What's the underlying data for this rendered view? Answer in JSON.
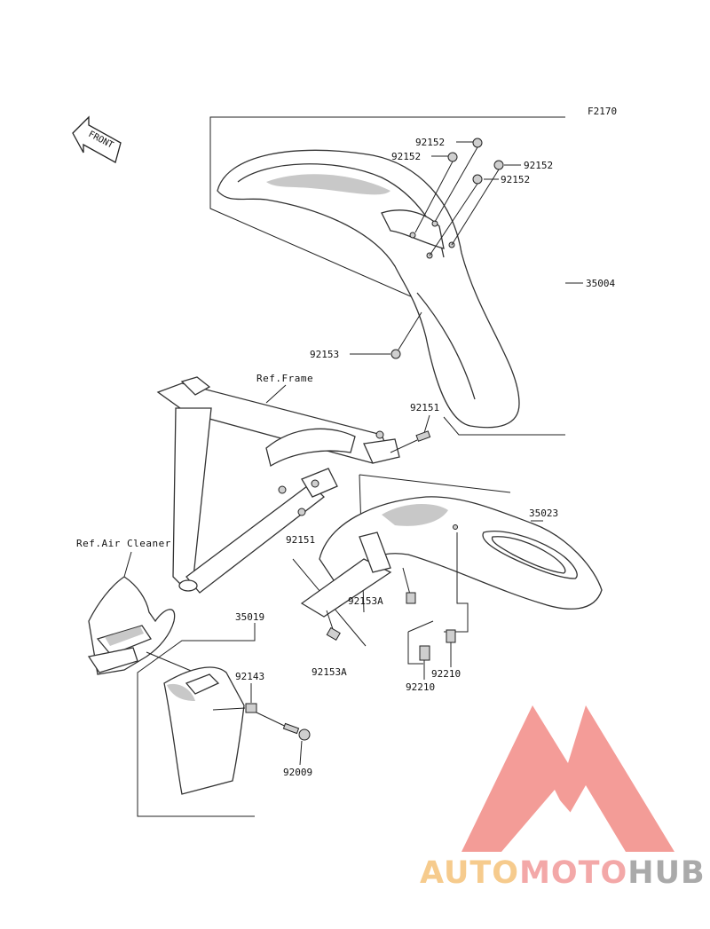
{
  "figure_code": "F2170",
  "front_label": "FRONT",
  "references": {
    "frame": "Ref.Frame",
    "air_cleaner": "Ref.Air Cleaner"
  },
  "parts": {
    "p92152_a": "92152",
    "p92152_b": "92152",
    "p92152_c": "92152",
    "p92152_d": "92152",
    "p35004": "35004",
    "p92153": "92153",
    "p92151_a": "92151",
    "p92151_b": "92151",
    "p35023": "35023",
    "p92153A_a": "92153A",
    "p92153A_b": "92153A",
    "p35019": "35019",
    "p92143": "92143",
    "p92210_a": "92210",
    "p92210_b": "92210",
    "p92009": "92009"
  },
  "watermark": {
    "word_part1": "AUTO",
    "word_part2": "MOTO",
    "word_part3": "HUB",
    "color_part1": "#f5c27a",
    "color_part2": "#f29a9a",
    "color_part3": "#9c9c9c",
    "logo_color": "#f28b86"
  }
}
